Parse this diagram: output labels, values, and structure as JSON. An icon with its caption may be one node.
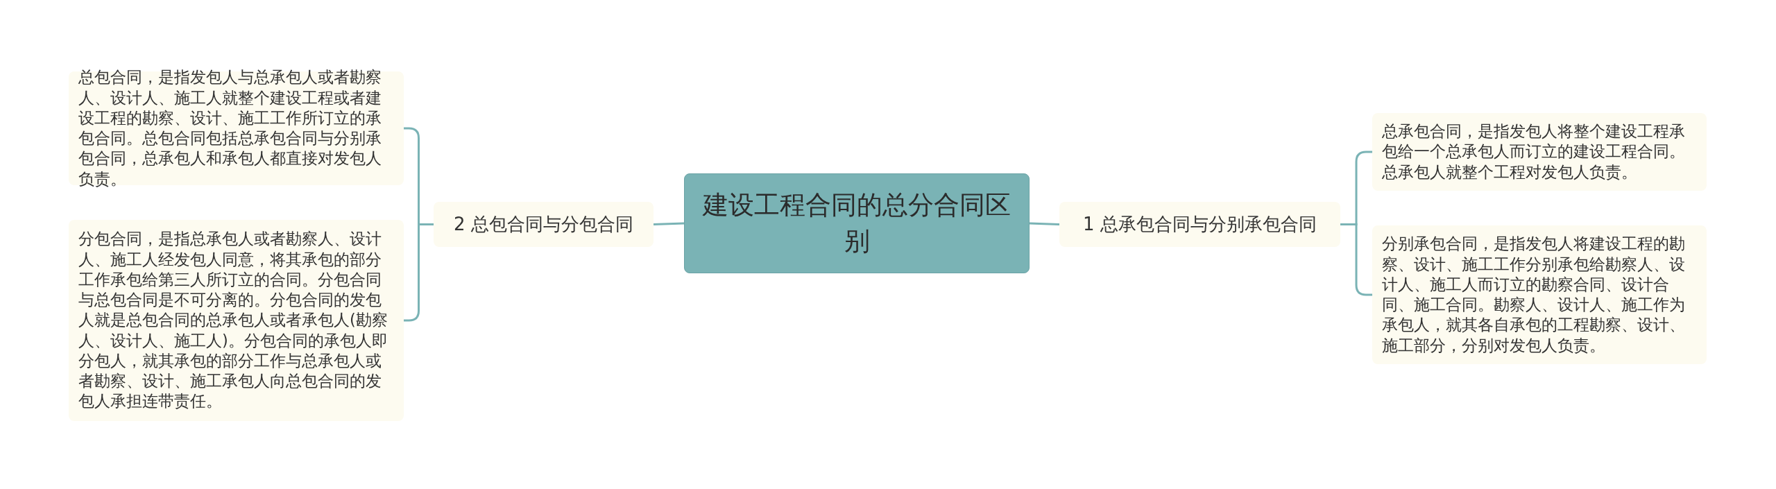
{
  "diagram": {
    "nodes": [
      {
        "text": [
          "建设工程合同的总分合同区别"
        ]
      },
      {
        "text": [
          "1 总承包合同与分别承包合同"
        ]
      },
      {
        "text": [
          "总承包合同，是指发包人将整个建设工程承包给一个总承包人而订立的建设工程合同。总承包人就整个工程对发包人负责。"
        ]
      },
      {
        "text": [
          "分别承包合同，是指发包人将建设工程的勘察、设计、施工工作分别承包给勘察人、设计人、施工人而订立的勘察合同、设计合同、施工合同。勘察人、设计人、施工作为承包人，就其各自承包的工程勘察、设计、施工部分，分别对发包人负责。"
        ]
      },
      {
        "text": [
          "2 总包合同与分包合同"
        ]
      },
      {
        "text": [
          "总包合同，是指发包人与总承包人或者勘察人、设计人、施工人就整个建设工程或者建设工程的勘察、设计、施工工作所订立的承包合同。总包合同包括总承包合同与分别承包合同，总承包人和承包人都直接对发包人负责。"
        ]
      },
      {
        "text": [
          "分包合同，是指总承包人或者勘察人、设计人、施工人经发包人同意，将其承包的部分工作承包给第三人所订立的合同。分包合同与总包合同是不可分离的。分包合同的发包人就是总包合同的总承包人或者承包人(勘察人、设计人、施工人)。分包合同的承包人即分包人，就其承包的部分工作与总承包人或者勘察、设计、施工承包人向总包合同的发包人承担连带责任。"
        ]
      }
    ],
    "edges": [
      {
        "from": 0,
        "to": 1,
        "arrow": "none"
      },
      {
        "from": 1,
        "to": 2,
        "arrow": "none"
      },
      {
        "from": 1,
        "to": 3,
        "arrow": "none"
      },
      {
        "from": 0,
        "to": 4,
        "arrow": "none"
      },
      {
        "from": 4,
        "to": 5,
        "arrow": "none"
      },
      {
        "from": 4,
        "to": 6,
        "arrow": "none"
      }
    ]
  }
}
